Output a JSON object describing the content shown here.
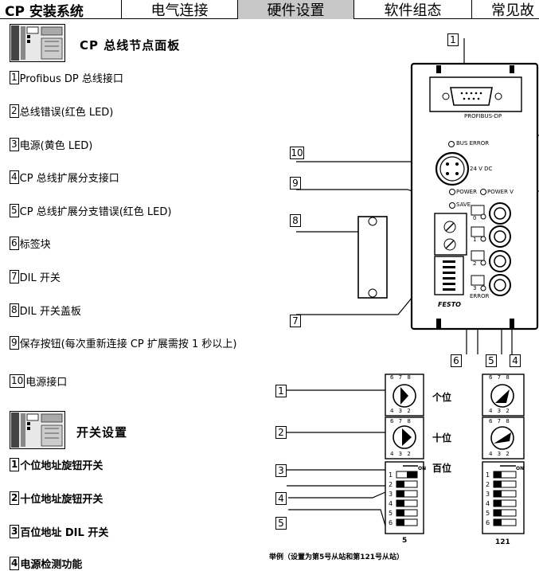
{
  "tabs": [
    {
      "label": "CP 安装系统"
    },
    {
      "label": "电气连接"
    },
    {
      "label": "硬件设置"
    },
    {
      "label": "软件组态"
    },
    {
      "label": "常见故"
    }
  ],
  "section1": {
    "title": "CP 总线节点面板",
    "items": [
      {
        "num": "1",
        "text": "Profibus DP 总线接口"
      },
      {
        "num": "2",
        "text": "总线错误(红色 LED)"
      },
      {
        "num": "3",
        "text": "电源(黄色 LED)"
      },
      {
        "num": "4",
        "text": "CP 总线扩展分支接口"
      },
      {
        "num": "5",
        "text": "CP 总线扩展分支错误(红色 LED)"
      },
      {
        "num": "6",
        "text": "标签块"
      },
      {
        "num": "7",
        "text": "DIL 开关"
      },
      {
        "num": "8",
        "text": "DIL 开关盖板"
      },
      {
        "num": "9",
        "text": "保存按钮(每次重新连接 CP 扩展需按 1 秒以上)"
      },
      {
        "num": "10",
        "text": "电源接口"
      }
    ]
  },
  "section2": {
    "title": "开关设置",
    "items": [
      {
        "num": "1",
        "text": "个位地址旋钮开关"
      },
      {
        "num": "2",
        "text": "十位地址旋钮开关"
      },
      {
        "num": "3",
        "text": "百位地址 DIL 开关"
      },
      {
        "num": "4",
        "text": "电源检测功能"
      }
    ]
  },
  "figure1": {
    "callouts": [
      "1",
      "10",
      "9",
      "8",
      "7",
      "6",
      "5",
      "4"
    ],
    "labels": {
      "profibus": "PROFIBUS-DP",
      "bus_error": "BUS ERROR",
      "voltage": "24 V DC",
      "power": "POWER",
      "power_v": "POWER V",
      "save": "SAVE",
      "error": "ERROR",
      "brand": "FESTO",
      "ports": [
        "0",
        "1",
        "2",
        "3"
      ]
    }
  },
  "figure2": {
    "callouts": [
      "1",
      "2",
      "3",
      "4",
      "5"
    ],
    "labels": {
      "ones": "个位",
      "tens": "十位",
      "hundreds": "百位",
      "dil_on": "ON",
      "value_left": "5",
      "value_right": "121",
      "caption": "举例（设置为第5号从站和第121号从站）"
    }
  },
  "colors": {
    "active_tab": "#c8c8c8",
    "line": "#000000"
  }
}
